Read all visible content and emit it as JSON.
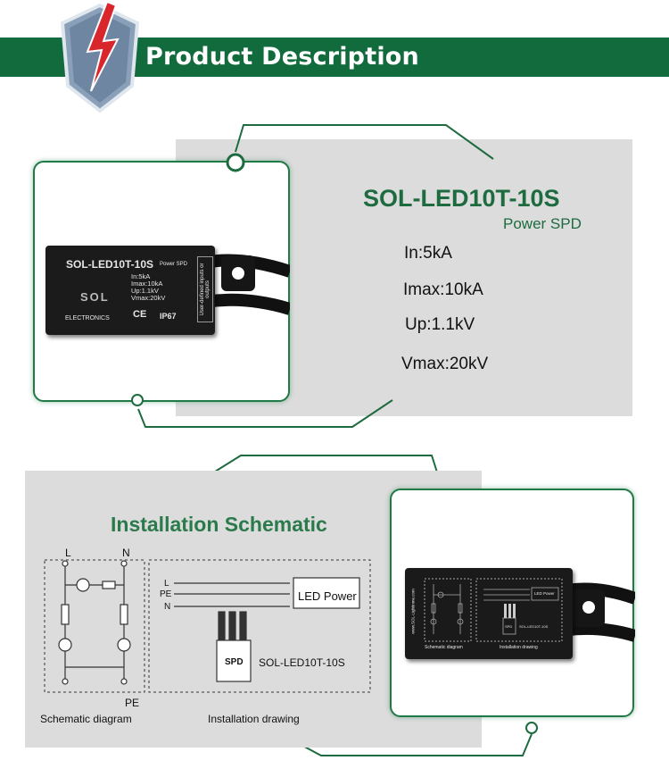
{
  "header": {
    "title": "Product Description"
  },
  "product": {
    "model": "SOL-LED10T-10S",
    "subtitle": "Power SPD",
    "specs": [
      "In:5kA",
      "Imax:10kA",
      "Up:1.1kV",
      "Vmax:20kV"
    ]
  },
  "device_label": {
    "model": "SOL-LED10T-10S",
    "sub": "Power SPD",
    "brand": "SOL",
    "company": "ELECTRONICS",
    "specs": [
      "In:5kA",
      "Imax:10kA",
      "Up:1.1kV",
      "Vmax:20kV"
    ],
    "side_text": "User-defined inputs or outputs",
    "ce": "CE",
    "ip": "IP67"
  },
  "schematic": {
    "title": "Installation Schematic",
    "left_labels": {
      "l": "L",
      "n": "N",
      "pe": "PE"
    },
    "lines": [
      "L",
      "PE",
      "N"
    ],
    "led_box": "LED Power",
    "spd_box": "SPD",
    "spd_model": "SOL-LED10T-10S",
    "caption_left": "Schematic diagram",
    "caption_right": "Installation drawing"
  },
  "device2_label": {
    "caption_left": "Schematic diagram",
    "caption_right": "Installation drawing",
    "led_box": "LED Power",
    "spd_box": "SPD",
    "spd_model": "SOL-LED10T-10S",
    "website": "www.SOL-Lightinme.com"
  },
  "colors": {
    "brand_green": "#116b3c",
    "panel_grey": "#dcdcdc",
    "accent_red": "#d9262c"
  }
}
